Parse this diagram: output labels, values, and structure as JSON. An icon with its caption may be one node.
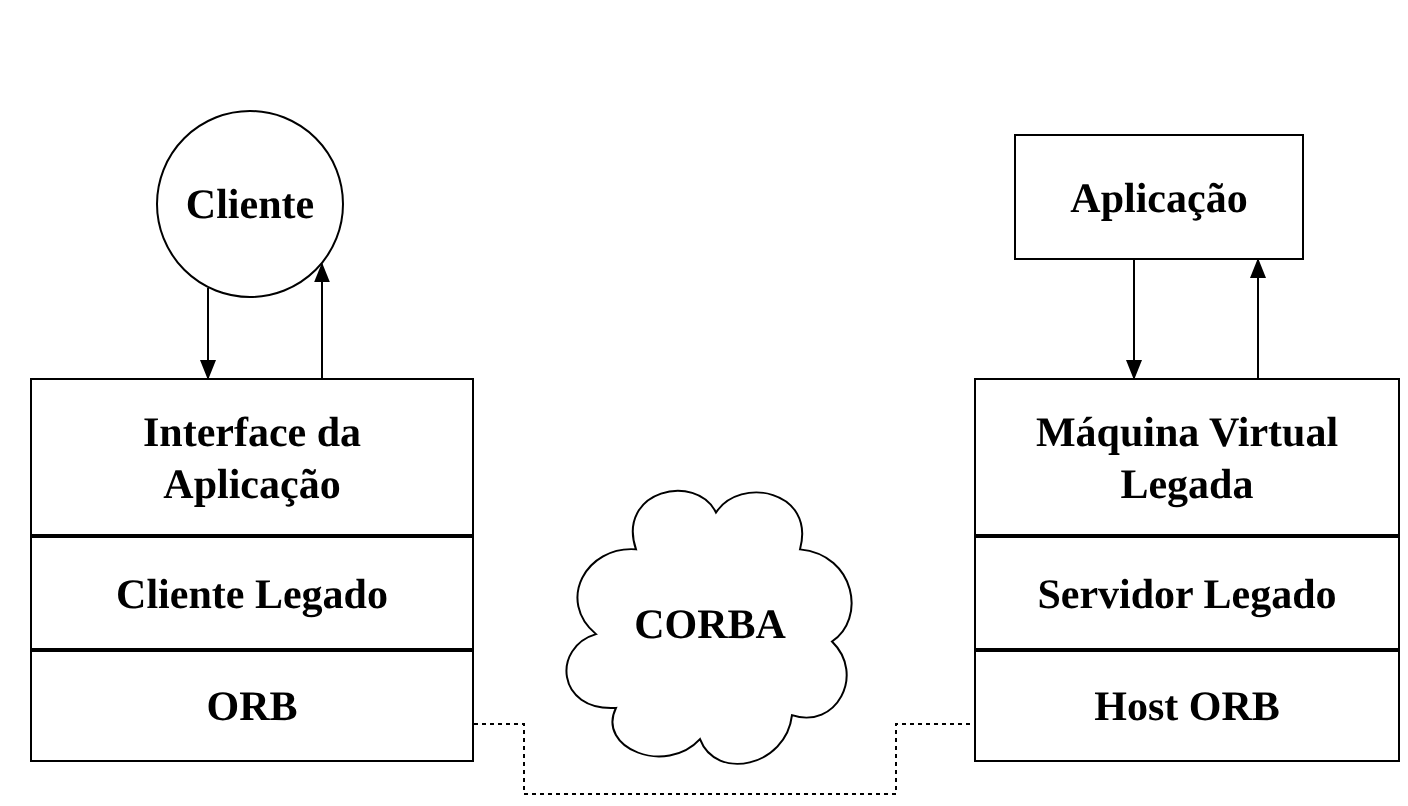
{
  "diagram": {
    "nodes": [
      {
        "text": [
          "Cliente"
        ]
      },
      {
        "text": [
          "Interface da Aplicação"
        ]
      },
      {
        "text": [
          "Cliente Legado"
        ]
      },
      {
        "text": [
          "ORB"
        ]
      },
      {
        "text": [
          "CORBA"
        ]
      },
      {
        "text": [
          "Aplicação"
        ]
      },
      {
        "text": [
          "Máquina Virtual Legada"
        ]
      },
      {
        "text": [
          "Servidor Legado"
        ]
      },
      {
        "text": [
          "Host ORB"
        ]
      }
    ],
    "edges": [
      {
        "from": 0,
        "to": 1,
        "arrow": "to"
      },
      {
        "from": 1,
        "to": 0,
        "arrow": "to"
      },
      {
        "from": 5,
        "to": 6,
        "arrow": "to"
      },
      {
        "from": 6,
        "to": 5,
        "arrow": "to"
      },
      {
        "from": 3,
        "to": 8,
        "arrow": "none",
        "style": "dashed"
      }
    ]
  }
}
